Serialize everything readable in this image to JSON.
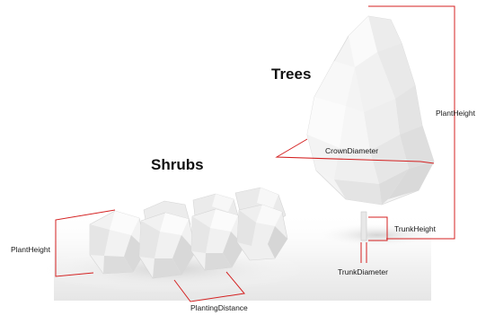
{
  "headings": {
    "trees": "Trees",
    "shrubs": "Shrubs"
  },
  "labels": {
    "crown_diameter": "CrownDiameter",
    "tree_plant_height": "PlantHeight",
    "trunk_height": "TrunkHeight",
    "trunk_diameter": "TrunkDiameter",
    "shrub_plant_height": "PlantHeight",
    "planting_distance": "PlantingDistance"
  },
  "colors": {
    "annotation_line": "#d42020",
    "mesh_light": "#f6f6f6",
    "mesh_mid": "#e6e6e6",
    "mesh_shadow": "#cfcfcf",
    "ground_shadow": "#d8d8d8"
  }
}
